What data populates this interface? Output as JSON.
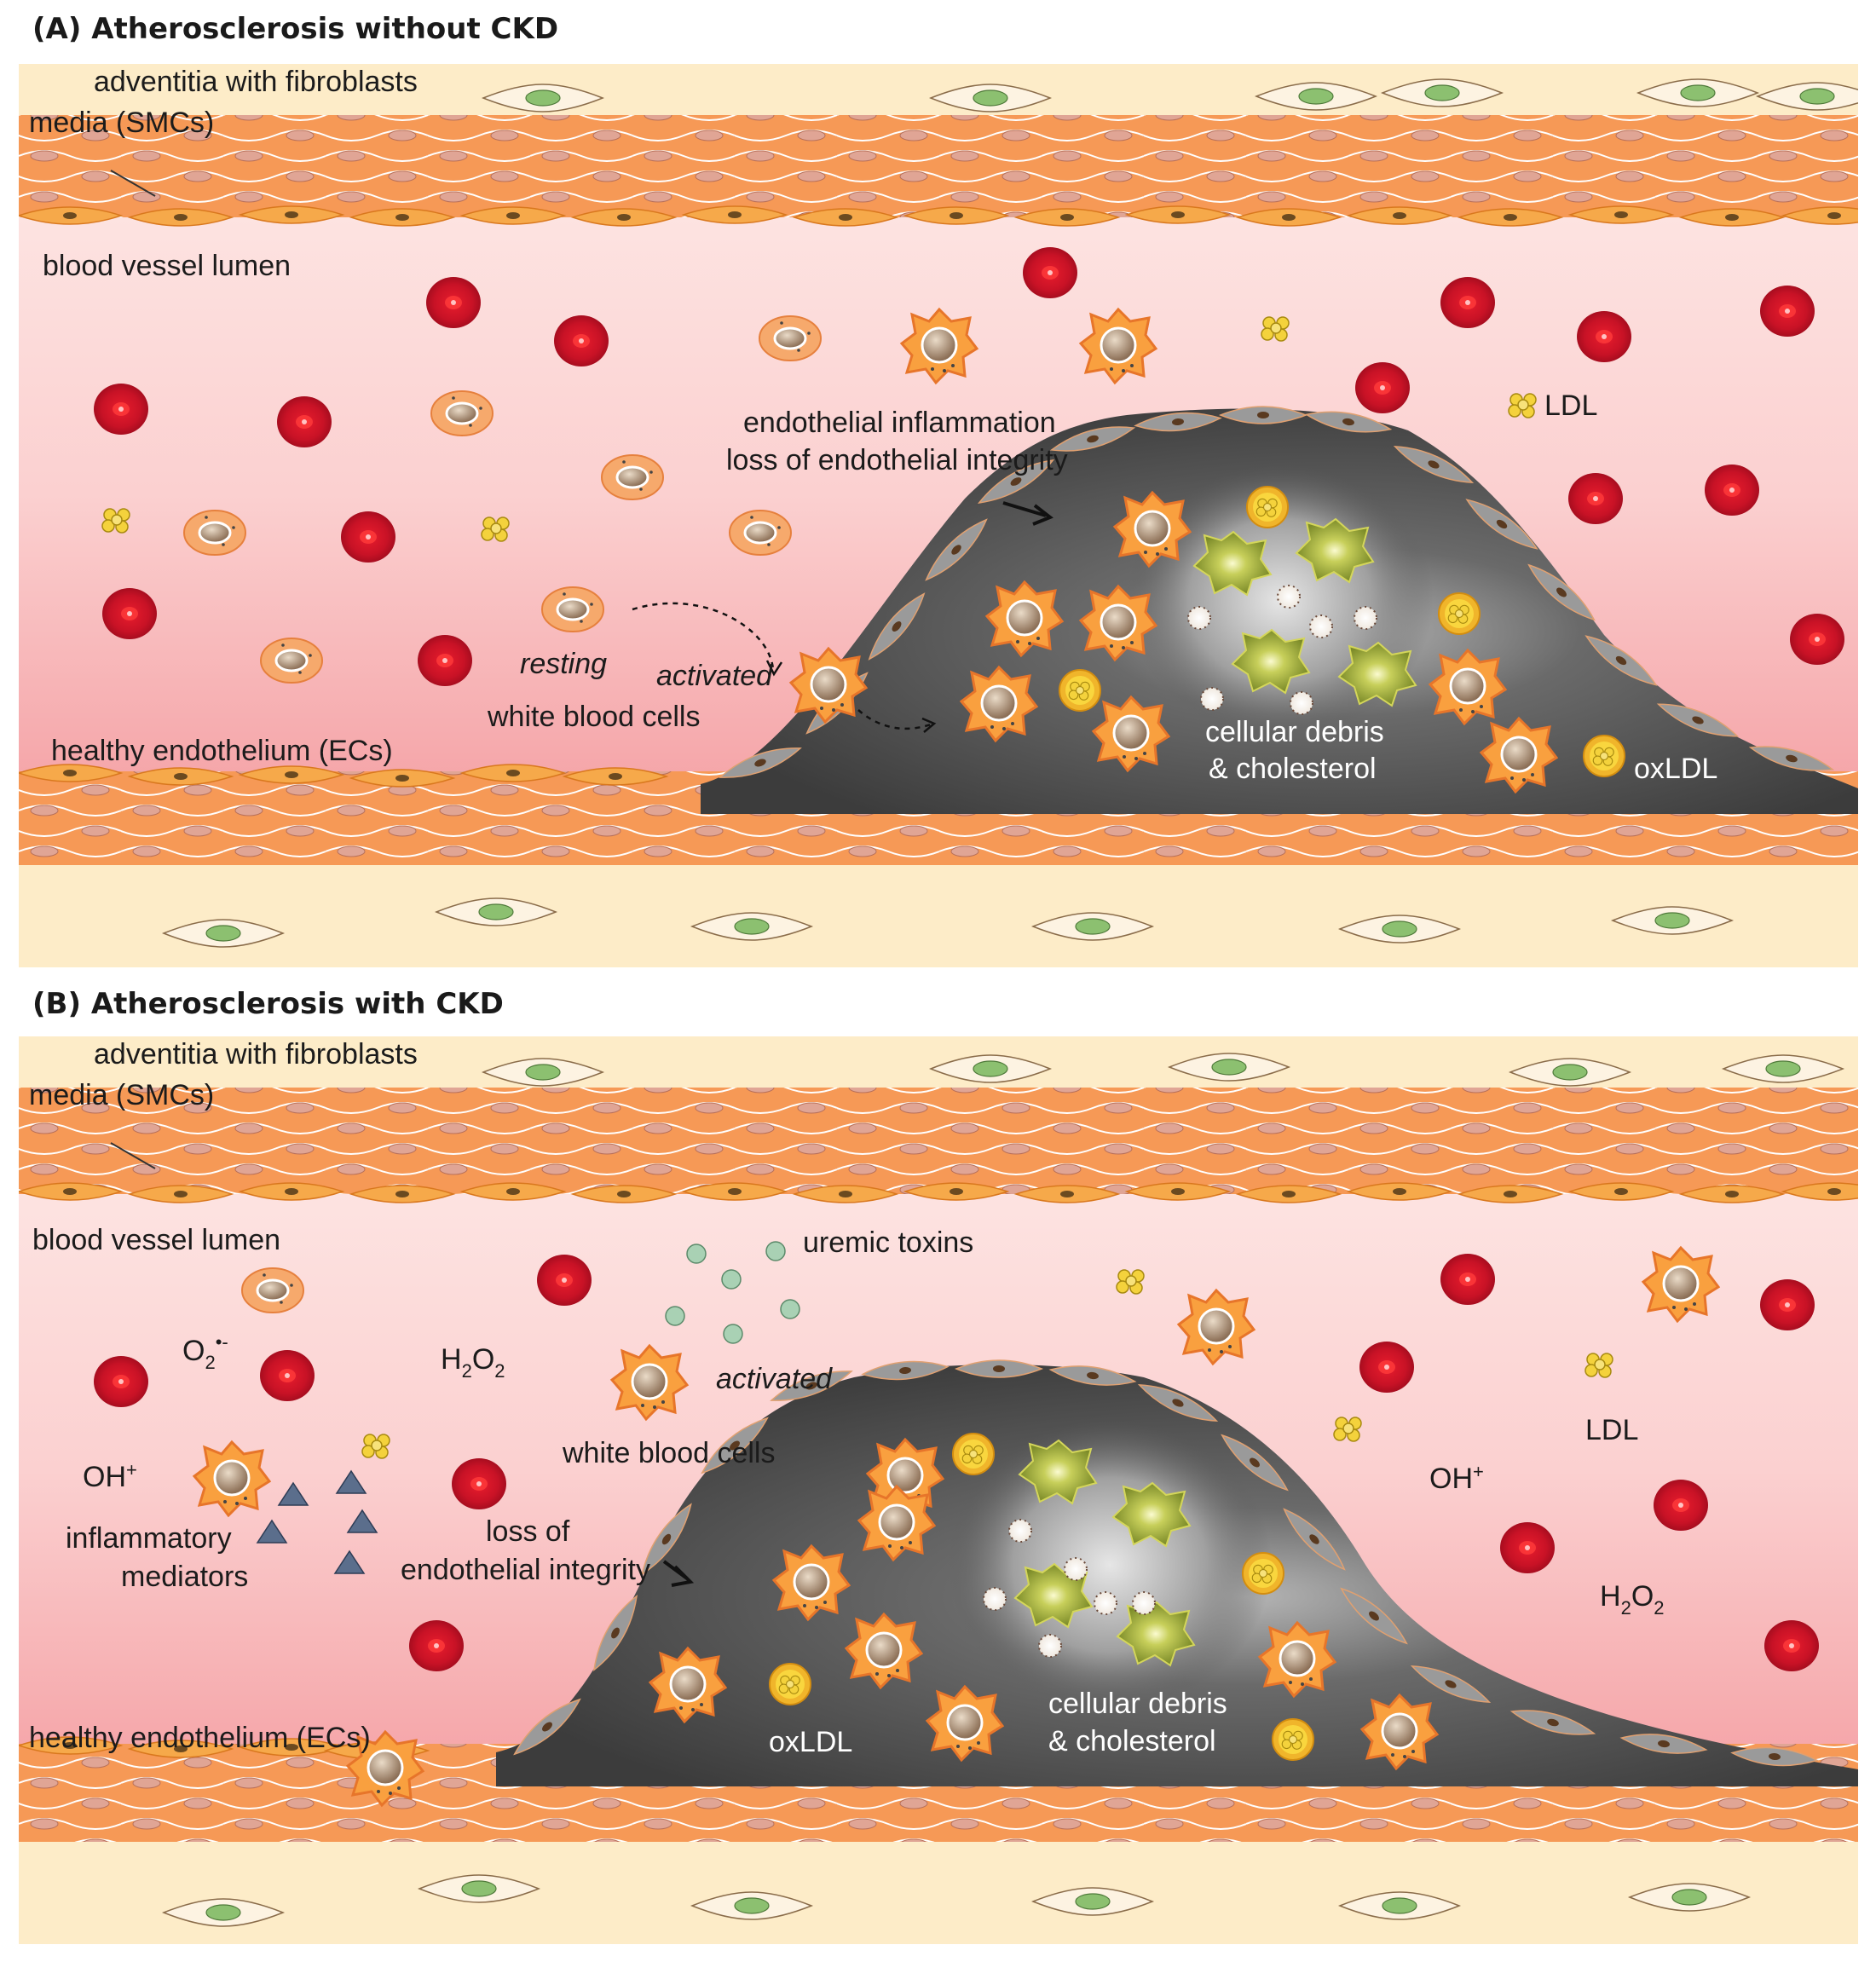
{
  "panel_a": {
    "title": "(A) Atherosclerosis without CKD",
    "labels": {
      "adventitia": "adventitia with fibroblasts",
      "media": "media (SMCs)",
      "lumen": "blood vessel lumen",
      "endothelium": "healthy endothelium (ECs)",
      "inflammation_1": "endothelial inflammation",
      "inflammation_2": "loss of endothelial integrity",
      "resting": "resting",
      "activated": "activated",
      "wbc": "white blood cells",
      "debris_1": "cellular debris",
      "debris_2": "& cholesterol",
      "ldl": "LDL",
      "oxldl": "oxLDL"
    }
  },
  "panel_b": {
    "title": "(B) Atherosclerosis with CKD",
    "labels": {
      "adventitia": "adventitia with fibroblasts",
      "media": "media (SMCs)",
      "lumen": "blood vessel lumen",
      "endothelium": "healthy endothelium (ECs)",
      "uremic": "uremic toxins",
      "activated": "activated",
      "wbc": "white blood cells",
      "loss_1": "loss of",
      "loss_2": "endothelial integrity",
      "mediators_1": "inflammatory",
      "mediators_2": "mediators",
      "debris_1": "cellular debris",
      "debris_2": "& cholesterol",
      "ldl": "LDL",
      "oxldl": "oxLDL",
      "o2_base": "O",
      "o2_sub": "2",
      "o2_sup": "•-",
      "h2o2_h": "H",
      "h2o2_2a": "2",
      "h2o2_o": "O",
      "h2o2_2b": "2",
      "oh_base": "OH",
      "oh_sup": "+"
    }
  },
  "colors": {
    "lumen_light": "#fde0de",
    "lumen_dark": "#f6a4a7",
    "adventitia": "#fdedcc",
    "smc": "#f47b3a",
    "rbc": "#d8192b",
    "plaque": "#555555",
    "ldl": "#f4d23c"
  }
}
